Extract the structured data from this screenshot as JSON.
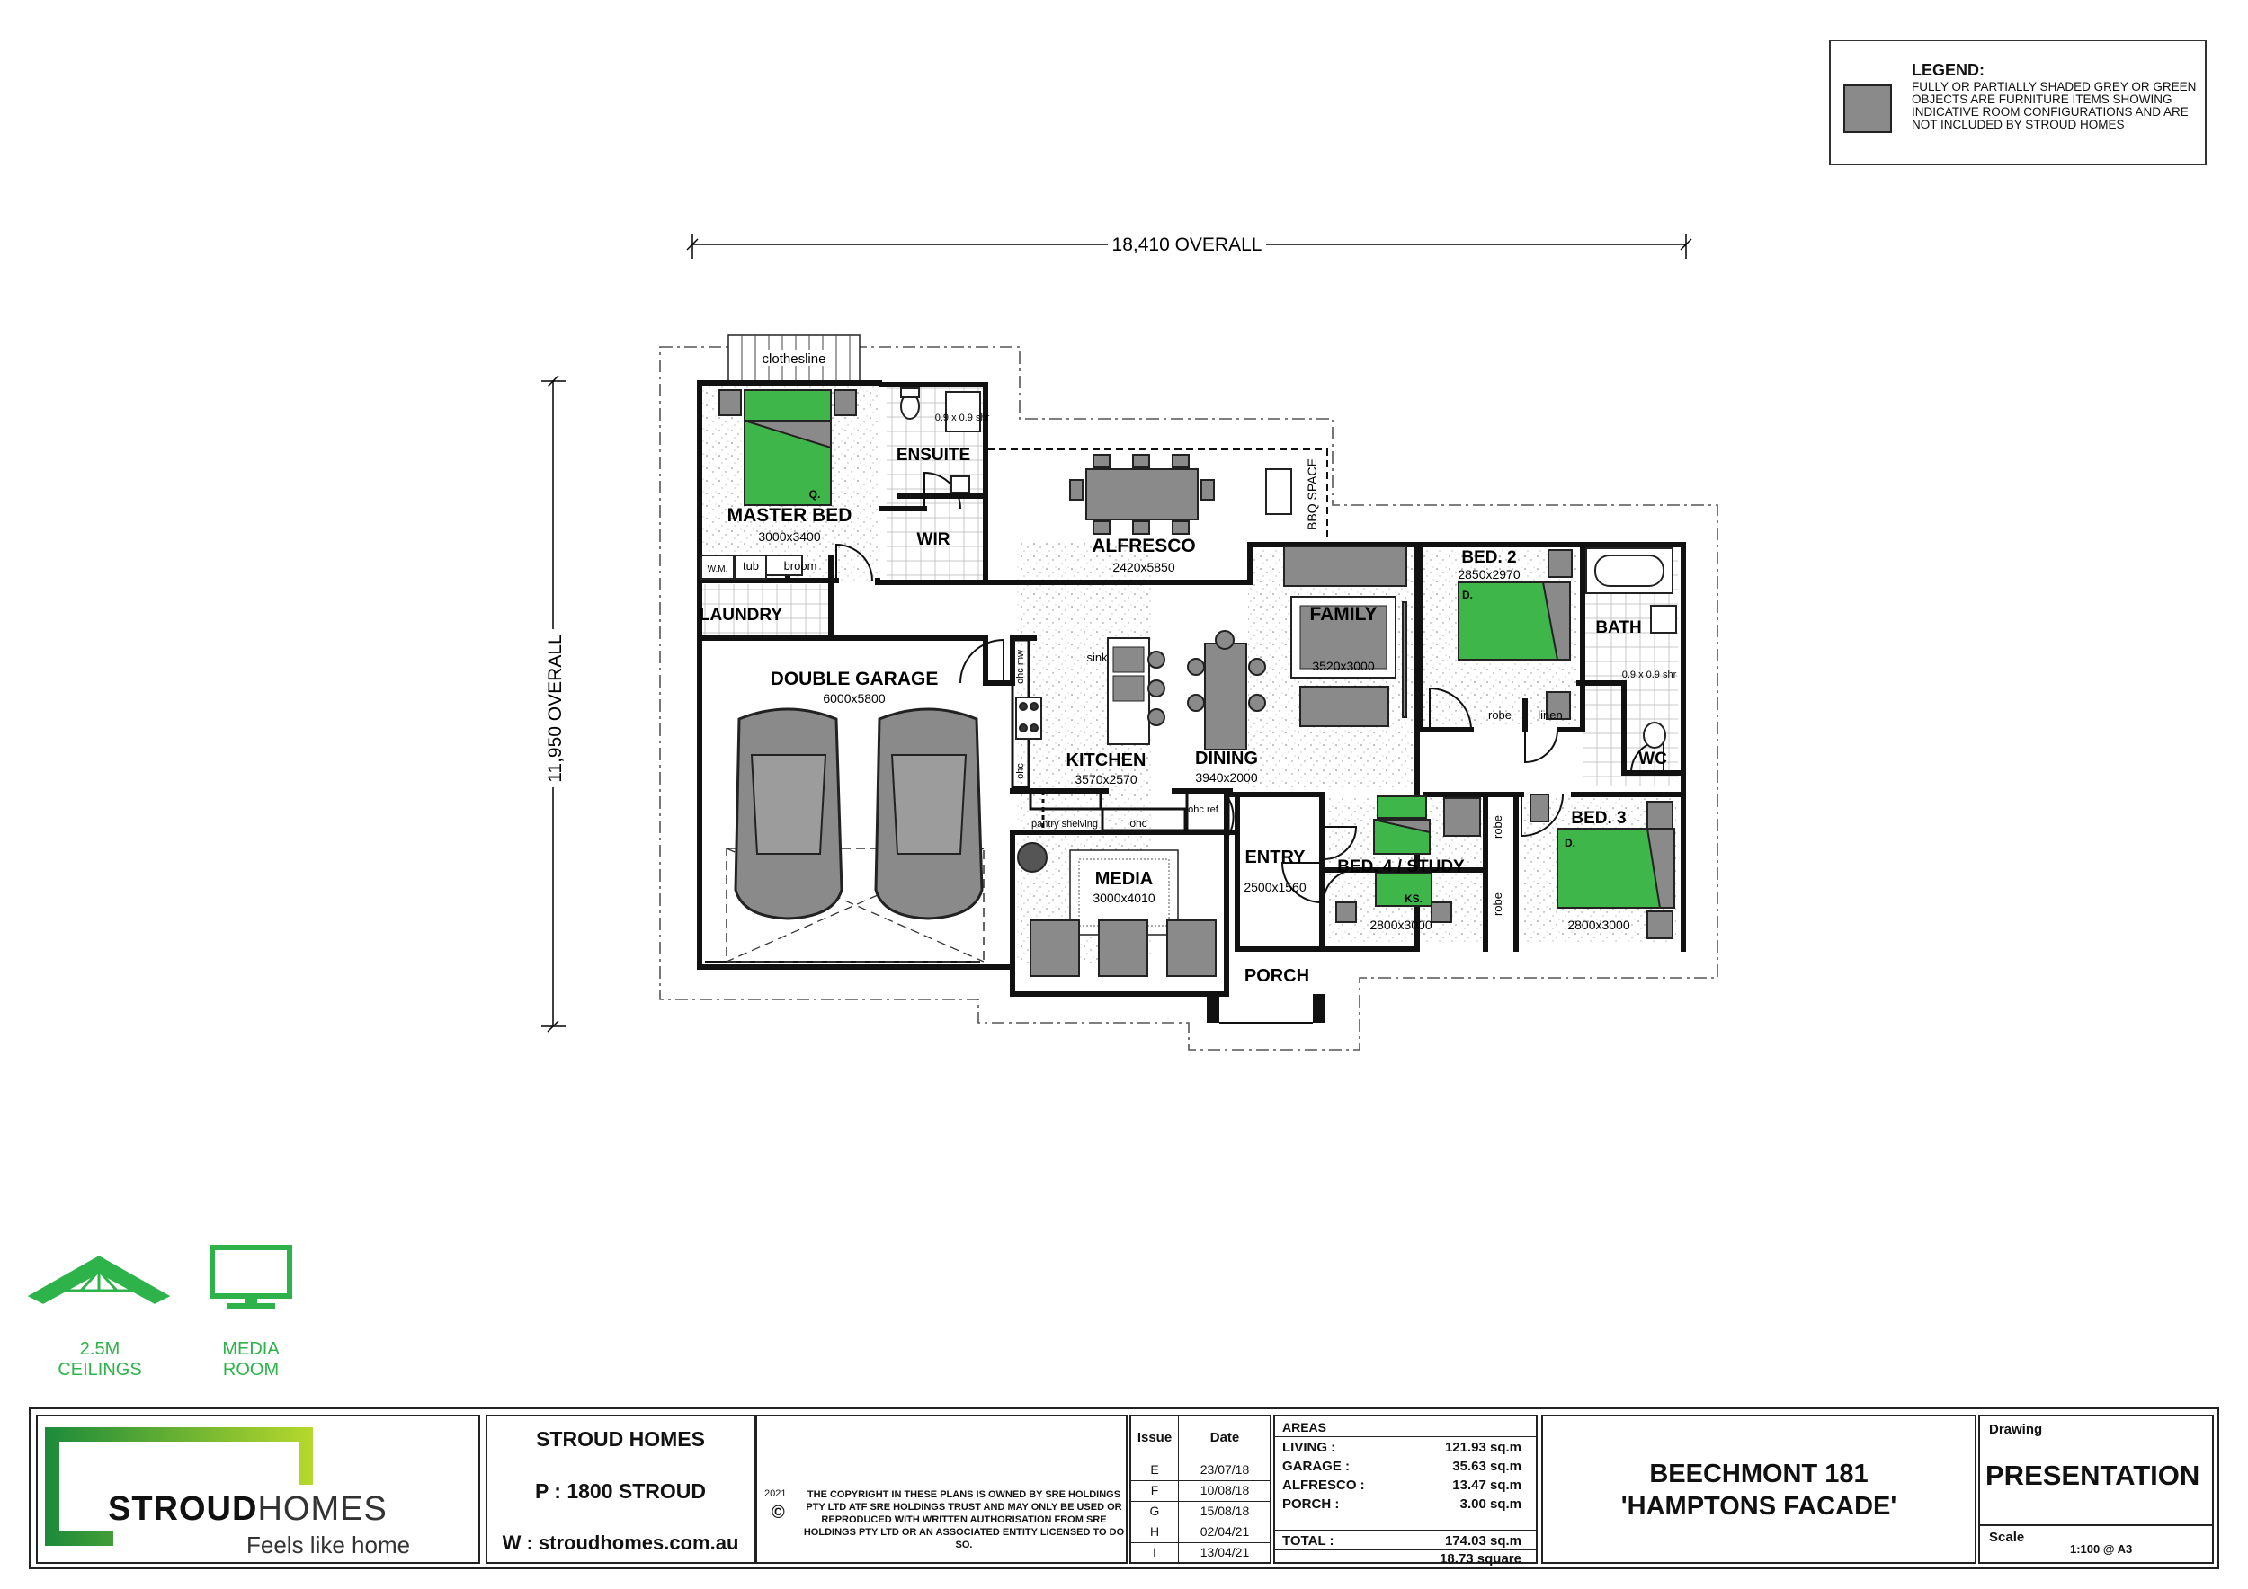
{
  "legend": {
    "title": "LEGEND:",
    "text": "FULLY OR PARTIALLY SHADED GREY OR GREEN OBJECTS ARE FURNITURE ITEMS SHOWING INDICATIVE ROOM CONFIGURATIONS AND ARE NOT INCLUDED BY STROUD HOMES"
  },
  "dimensions": {
    "overall_width": "18,410 OVERALL",
    "overall_depth": "11,950 OVERALL"
  },
  "rooms": {
    "master_bed": {
      "name": "MASTER BED",
      "size": "3000x3400"
    },
    "ensuite": {
      "name": "ENSUITE"
    },
    "wir": {
      "name": "WIR"
    },
    "laundry": {
      "name": "LAUNDRY"
    },
    "alfresco": {
      "name": "ALFRESCO",
      "size": "2420x5850"
    },
    "bbq": {
      "name": "BBQ SPACE"
    },
    "family": {
      "name": "FAMILY",
      "size": "3520x3000"
    },
    "bed2": {
      "name": "BED. 2",
      "size": "2850x2970"
    },
    "bath": {
      "name": "BATH"
    },
    "wc": {
      "name": "WC"
    },
    "double_garage": {
      "name": "DOUBLE GARAGE",
      "size": "6000x5800"
    },
    "kitchen": {
      "name": "KITCHEN",
      "size": "3570x2570"
    },
    "dining": {
      "name": "DINING",
      "size": "3940x2000"
    },
    "media": {
      "name": "MEDIA",
      "size": "3000x4010"
    },
    "entry": {
      "name": "ENTRY",
      "size": "2500x1560"
    },
    "porch": {
      "name": "PORCH"
    },
    "bed4": {
      "name": "BED. 4 / STUDY",
      "size": "2800x3000"
    },
    "bed3": {
      "name": "BED. 3",
      "size": "2800x3000"
    }
  },
  "labels": {
    "clothesline": "clothesline",
    "wm": "W.M.",
    "tub": "tub",
    "broom": "broom",
    "sink": "sink",
    "ohc": "ohc",
    "ohc_mw": "ohc mw",
    "ohc_ref": "ohc ref",
    "pantry": "pantry shelving",
    "robe": "robe",
    "linen": "linen",
    "shr_ens": "0.9 x 0.9 shr",
    "shr_bath": "0.9 x 0.9 shr",
    "bed_q": "Q.",
    "bed_d": "D.",
    "bed_ks": "KS."
  },
  "features": [
    {
      "line1": "2.5M",
      "line2": "CEILINGS",
      "icon": "roof-truss-icon"
    },
    {
      "line1": "MEDIA",
      "line2": "ROOM",
      "icon": "monitor-icon"
    }
  ],
  "brand": {
    "name_bold": "STROUD",
    "name_light": "HOMES",
    "tagline": "Feels like home"
  },
  "contact": {
    "company": "STROUD HOMES",
    "phone": "P : 1800 STROUD",
    "web": "W : stroudhomes.com.au"
  },
  "copyright": {
    "year": "2021",
    "symbol": "©",
    "text": "THE COPYRIGHT IN THESE PLANS IS OWNED BY SRE HOLDINGS PTY LTD ATF SRE HOLDINGS TRUST AND MAY ONLY BE USED OR REPRODUCED WITH WRITTEN AUTHORISATION FROM SRE HOLDINGS PTY LTD OR AN ASSOCIATED ENTITY LICENSED TO DO SO."
  },
  "issues": {
    "headers": [
      "Issue",
      "Date"
    ],
    "rows": [
      [
        "E",
        "23/07/18"
      ],
      [
        "F",
        "10/08/18"
      ],
      [
        "G",
        "15/08/18"
      ],
      [
        "H",
        "02/04/21"
      ],
      [
        "I",
        "13/04/21"
      ]
    ]
  },
  "areas": {
    "title": "AREAS",
    "rows": [
      [
        "LIVING :",
        "121.93 sq.m"
      ],
      [
        "GARAGE :",
        "35.63 sq.m"
      ],
      [
        "ALFRESCO :",
        "13.47 sq.m"
      ],
      [
        "PORCH :",
        "3.00 sq.m"
      ]
    ],
    "total_label": "TOTAL :",
    "total_value": "174.03 sq.m",
    "squares": "18.73 square"
  },
  "project": {
    "line1": "BEECHMONT 181",
    "line2": "'HAMPTONS FACADE'"
  },
  "drawing": {
    "label": "Drawing",
    "value": "PRESENTATION",
    "scale_label": "Scale",
    "scale_value": "1:100 @ A3"
  }
}
